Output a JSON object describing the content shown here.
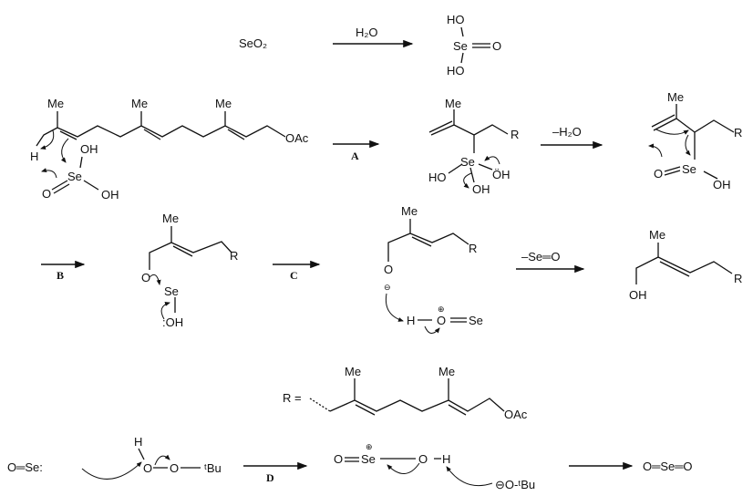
{
  "row1": {
    "reagent": "SeO₂",
    "condition": "H₂O",
    "product": {
      "oh_top": "HO",
      "se": "Se",
      "o": "O",
      "oh_bottom": "HO"
    }
  },
  "row2": {
    "farnesyl": {
      "me1": "Me",
      "me2": "Me",
      "me3": "Me",
      "oac": "OAc",
      "h": "H",
      "oh_top": "OH",
      "se": "Se",
      "o": "O",
      "oh_bottom": "OH"
    },
    "step_a": "A",
    "intermediate1": {
      "me": "Me",
      "r": "R",
      "se": "Se",
      "ho": "HO",
      "oh_right": "ÖH",
      "oh_bottom": "OH"
    },
    "condition": "–H₂O",
    "intermediate2": {
      "me": "Me",
      "r": "R",
      "o": "O",
      "se": "Se",
      "oh": "OH"
    }
  },
  "row3": {
    "step_b": "B",
    "intermediate3": {
      "me": "Me",
      "r": "R",
      "o": "O",
      "se": "Se",
      "oh": ":OH"
    },
    "step_c": "C",
    "intermediate4": {
      "me": "Me",
      "r": "R",
      "o": "O",
      "minus": "⊖",
      "h": "H",
      "o2": "O",
      "plus": "⊕",
      "se": "Se"
    },
    "condition": "–Se═O",
    "product": {
      "me": "Me",
      "r": "R",
      "oh": "OH"
    }
  },
  "r_definition": {
    "label": "R =",
    "me1": "Me",
    "me2": "Me",
    "oac": "OAc"
  },
  "row4": {
    "reactant": "O═Se:",
    "h": "H",
    "o1": "O",
    "o2": "O",
    "tbu": "ᵗBu",
    "step_d": "D",
    "intermediate": {
      "o": "O",
      "se": "Se",
      "plus": "⊕",
      "o2": "O",
      "h": "H"
    },
    "base": "⊖O-ᵗBu",
    "product": "O═Se═O"
  }
}
